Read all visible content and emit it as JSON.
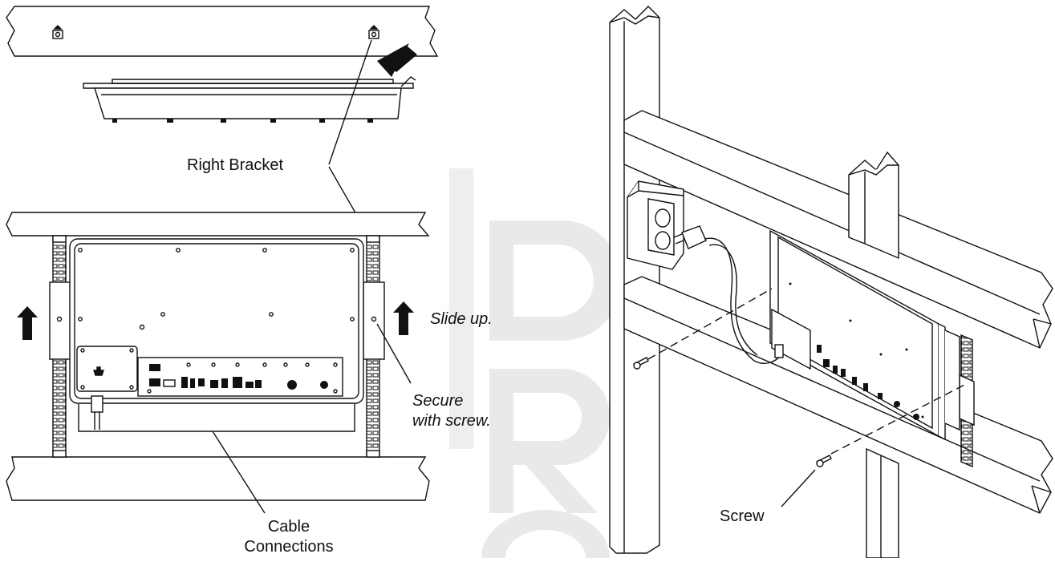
{
  "diagram": {
    "labels": {
      "right_bracket": "Right Bracket",
      "slide_up": "Slide up.",
      "secure_line1": "Secure",
      "secure_line2": "with screw.",
      "cable_line1": "Cable",
      "cable_line2": "Connections",
      "screw": "Screw"
    },
    "watermark": "PROOF",
    "colors": {
      "line": "#111111",
      "watermark": "#e8e8e8",
      "background": "#ffffff"
    }
  }
}
